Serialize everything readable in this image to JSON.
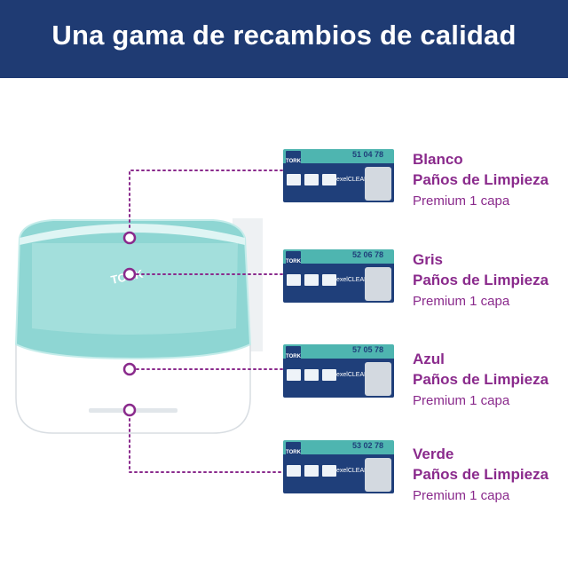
{
  "header": {
    "title": "Una gama de recambios de calidad"
  },
  "colors": {
    "header_bg": "#1f3b73",
    "accent": "#8a2a8c"
  },
  "dispenser": {
    "logo": "TORK"
  },
  "products": [
    {
      "color": "Blanco",
      "product": "Paños de Limpieza",
      "spec": "Premium 1 capa",
      "code": "51 04 78",
      "brand": "exelCLEAN",
      "band_color": "#4eb5b0"
    },
    {
      "color": "Gris",
      "product": "Paños de Limpieza",
      "spec": "Premium 1 capa",
      "code": "52 06 78",
      "brand": "exelCLEAN",
      "band_color": "#4eb5b0"
    },
    {
      "color": "Azul",
      "product": "Paños de Limpieza",
      "spec": "Premium 1 capa",
      "code": "57 05 78",
      "brand": "exelCLEAN",
      "band_color": "#4eb5b0"
    },
    {
      "color": "Verde",
      "product": "Paños de Limpieza",
      "spec": "Premium 1 capa",
      "code": "53 02 78",
      "brand": "exelCLEAN",
      "band_color": "#4eb5b0"
    }
  ]
}
